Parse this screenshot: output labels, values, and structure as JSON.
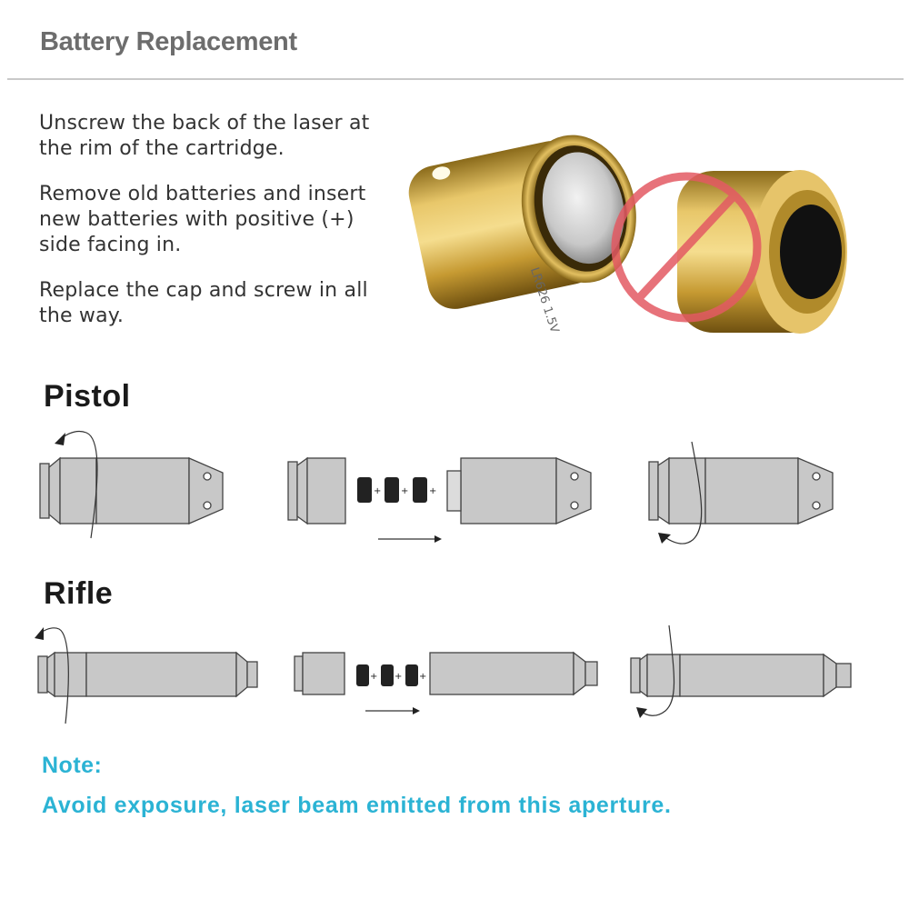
{
  "header": {
    "title": "Battery Replacement"
  },
  "instructions": [
    "Unscrew the back of the laser at the rim of the cartridge.",
    "Remove old batteries and insert new batteries with positive (+) side facing in.",
    "Replace the cap and screw in all the way."
  ],
  "battery_engraving": "LR626 1.5V",
  "sections": {
    "pistol": "Pistol",
    "rifle": "Rifle"
  },
  "diagram": {
    "plus_sign": "+"
  },
  "note": {
    "title": "Note:",
    "text": "Avoid exposure, laser beam emitted from this aperture."
  },
  "colors": {
    "accent": "#2bb3d4",
    "brass": "#c9a238",
    "prohibit": "#e35a63",
    "diagram_fill": "#c8c8c8"
  }
}
